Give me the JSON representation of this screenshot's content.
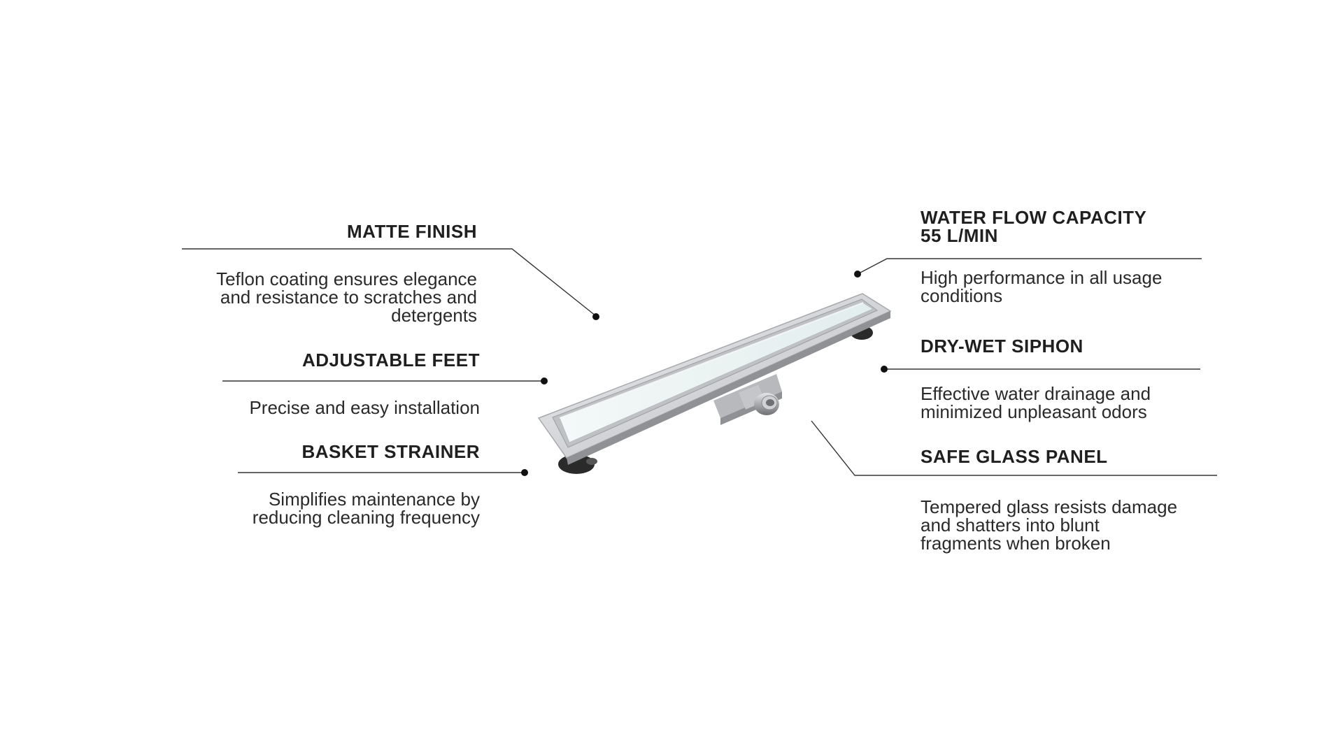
{
  "features": {
    "matte_finish": {
      "title": "MATTE FINISH",
      "description": "Teflon coating ensures elegance\nand resistance to scratches and\ndetergents"
    },
    "adjustable_feet": {
      "title": "ADJUSTABLE FEET",
      "description": "Precise and easy installation"
    },
    "basket_strainer": {
      "title": "BASKET STRAINER",
      "description": "Simplifies maintenance by\nreducing cleaning frequency"
    },
    "water_flow": {
      "title": "WATER FLOW CAPACITY\n55 L/MIN",
      "description": "High performance in all usage\nconditions"
    },
    "dry_wet_siphon": {
      "title": "DRY-WET SIPHON",
      "description": "Effective water drainage and\nminimized unpleasant odors"
    },
    "safe_glass_panel": {
      "title": "SAFE GLASS PANEL",
      "description": "Tempered glass resists damage\nand shatters into blunt\nfragments when broken"
    }
  },
  "colors": {
    "text": "#1f1f1f",
    "line": "#333333",
    "steel_light": "#e6e7e9",
    "steel_mid": "#c9cbce",
    "steel_dark": "#9a9ca0",
    "glass": "#e9f1f1",
    "foot": "#2a2a2a"
  }
}
